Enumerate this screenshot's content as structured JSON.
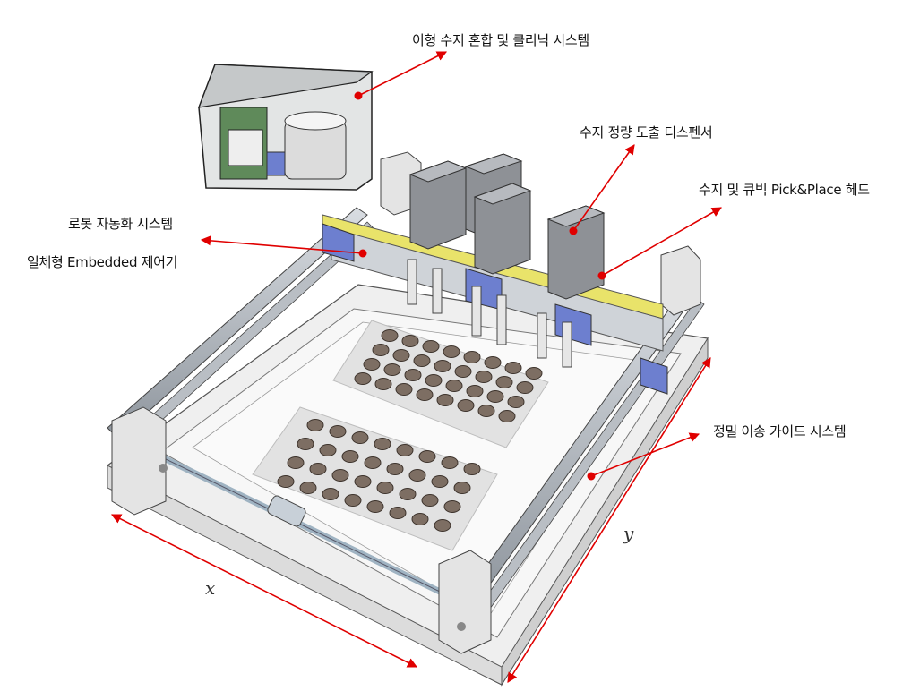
{
  "labels": {
    "mixing_system": "이형 수지 혼합 및 클리닉 시스템",
    "dispenser": "수지 정량 도출 디스펜서",
    "pick_place_head": "수지 및 큐빅  Pick&Place  헤드",
    "robot_automation": "로봇 자동화 시스템",
    "embedded_controller": "일체형  Embedded  제어기",
    "guide_system": "정밀 이송 가이드 시스템"
  },
  "axes": {
    "x": "x",
    "y": "y"
  },
  "colors": {
    "annotation": "#e00000",
    "frame": "#9aa0a8",
    "base": "#e9e9e9"
  }
}
